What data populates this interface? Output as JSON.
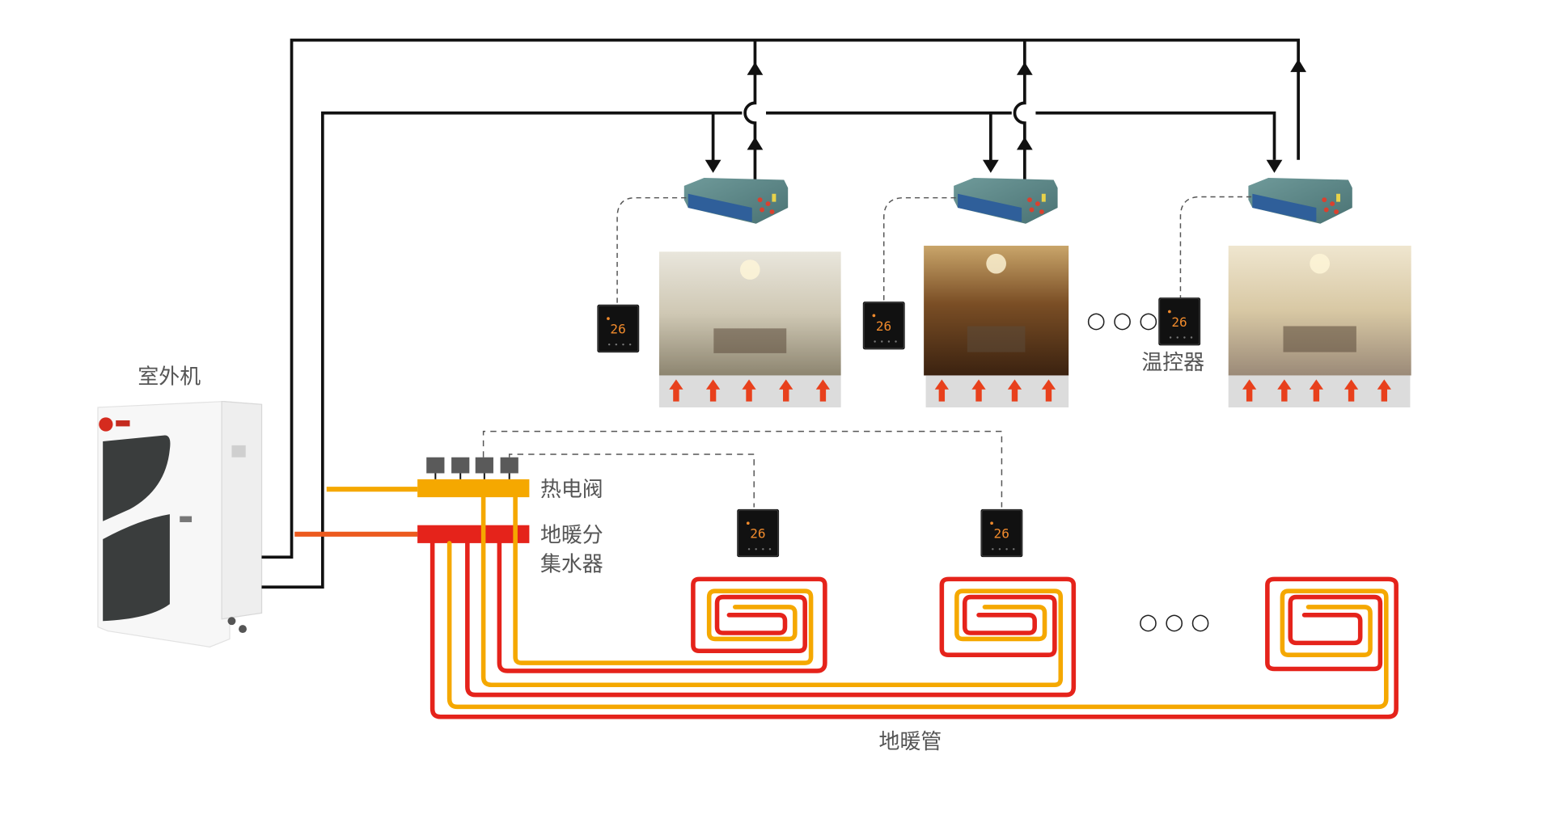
{
  "diagram": {
    "title": "Air-source heat pump with fan coils and floor heating system",
    "labels": {
      "outdoor_unit": "室外机",
      "thermal_valve": "热电阀",
      "manifold_line1": "地暖分",
      "manifold_line2": "集水器",
      "thermostat": "温控器",
      "floor_pipe": "地暖管"
    },
    "thermostat_display": "26",
    "ellipsis": "○ ○ ○",
    "colors": {
      "pipe_black": "#111111",
      "supply_orange": "#f5a800",
      "return_red": "#e5231b",
      "arrow_red": "#e8401c",
      "floor_band": "#dcdcdc",
      "label_gray": "#555555",
      "fan_coil_body": "#5e8a8a"
    },
    "rooms": [
      {
        "name": "living-room",
        "arrows": 5
      },
      {
        "name": "dining-room",
        "arrows": 4
      },
      {
        "name": "bedroom",
        "arrows": 5
      }
    ],
    "floor_loops": 3,
    "thermal_valves": 4
  }
}
